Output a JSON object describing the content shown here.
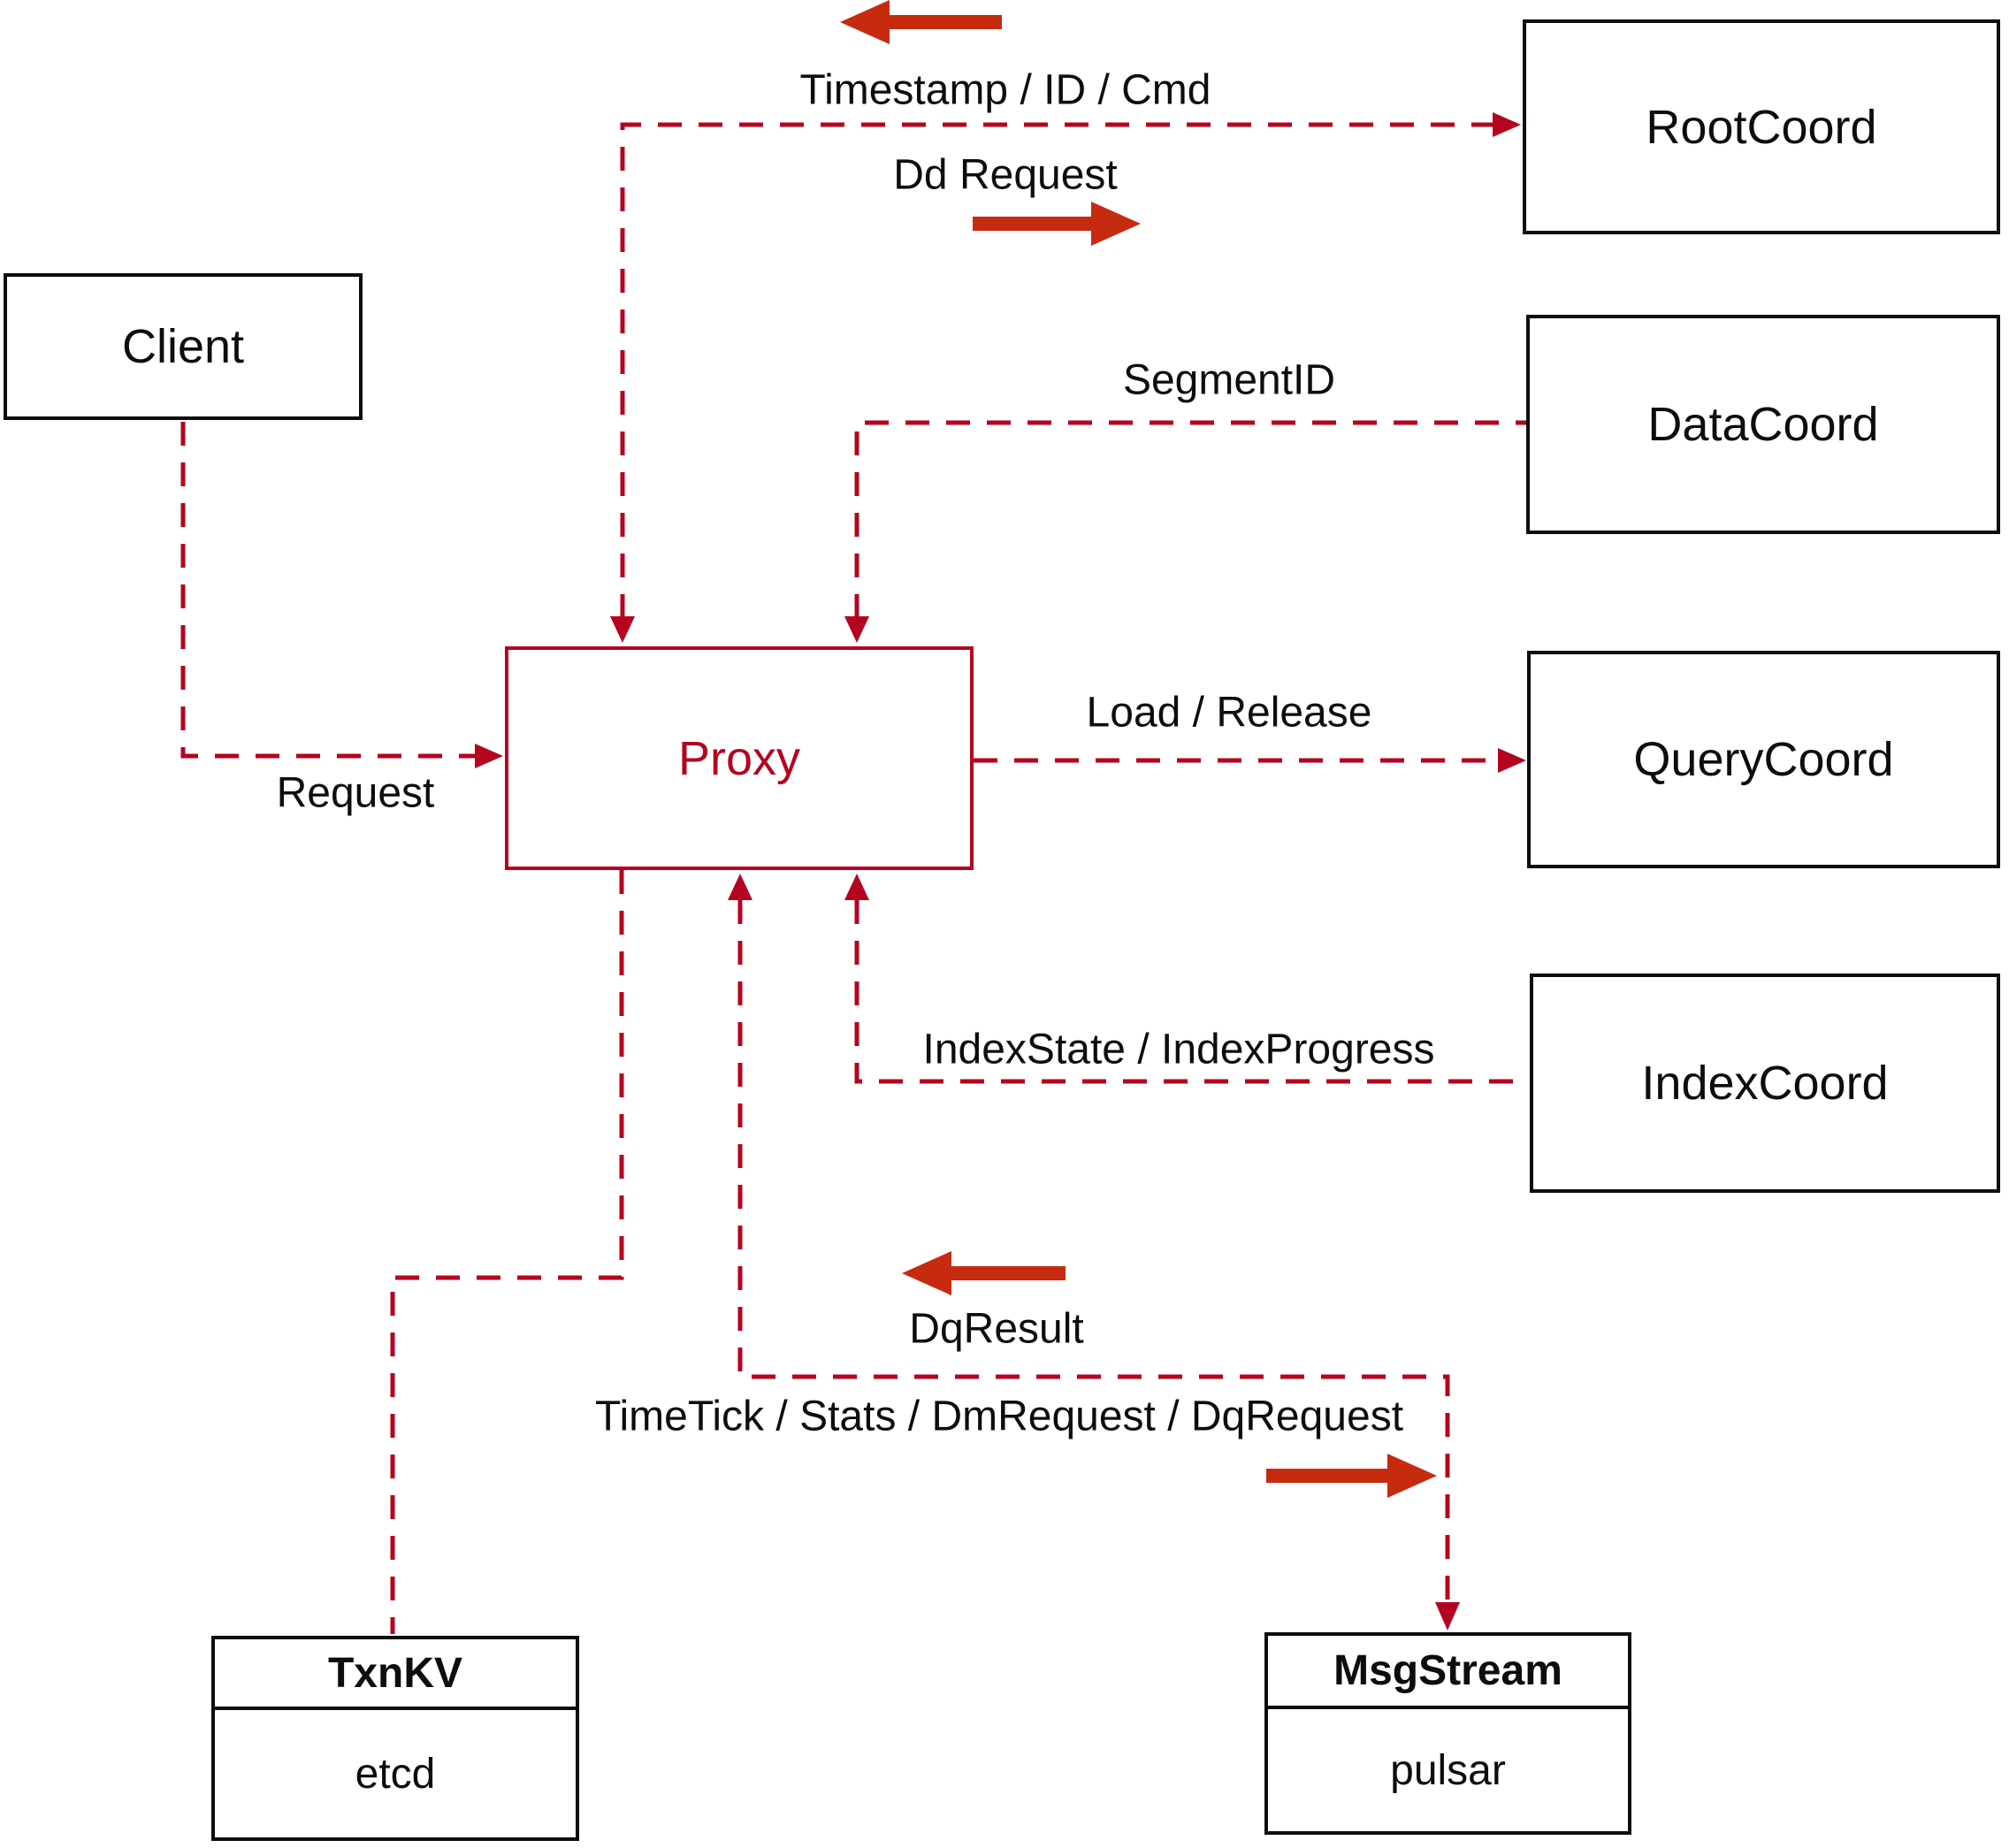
{
  "theme": {
    "bg": "#ffffff",
    "line-red": "#b5041f",
    "arrow-red": "#c62b10",
    "box-border": "#0d0d0d",
    "text": "#0d0d0d"
  },
  "nodes": {
    "client": {
      "label": "Client"
    },
    "proxy": {
      "label": "Proxy"
    },
    "rootcoord": {
      "label": "RootCoord"
    },
    "datacoord": {
      "label": "DataCoord"
    },
    "querycoord": {
      "label": "QueryCoord"
    },
    "indexcoord": {
      "label": "IndexCoord"
    },
    "txnkv": {
      "title": "TxnKV",
      "impl": "etcd"
    },
    "msgstream": {
      "title": "MsgStream",
      "impl": "pulsar"
    }
  },
  "edge_labels": {
    "timestamp": "Timestamp / ID / Cmd",
    "dd_request": "Dd Request",
    "segment_id": "SegmentID",
    "request": "Request",
    "load_release": "Load / Release",
    "index_state": "IndexState / IndexProgress",
    "dq_result": "DqResult",
    "time_tick": "TimeTick / Stats / DmRequest / DqRequest"
  }
}
